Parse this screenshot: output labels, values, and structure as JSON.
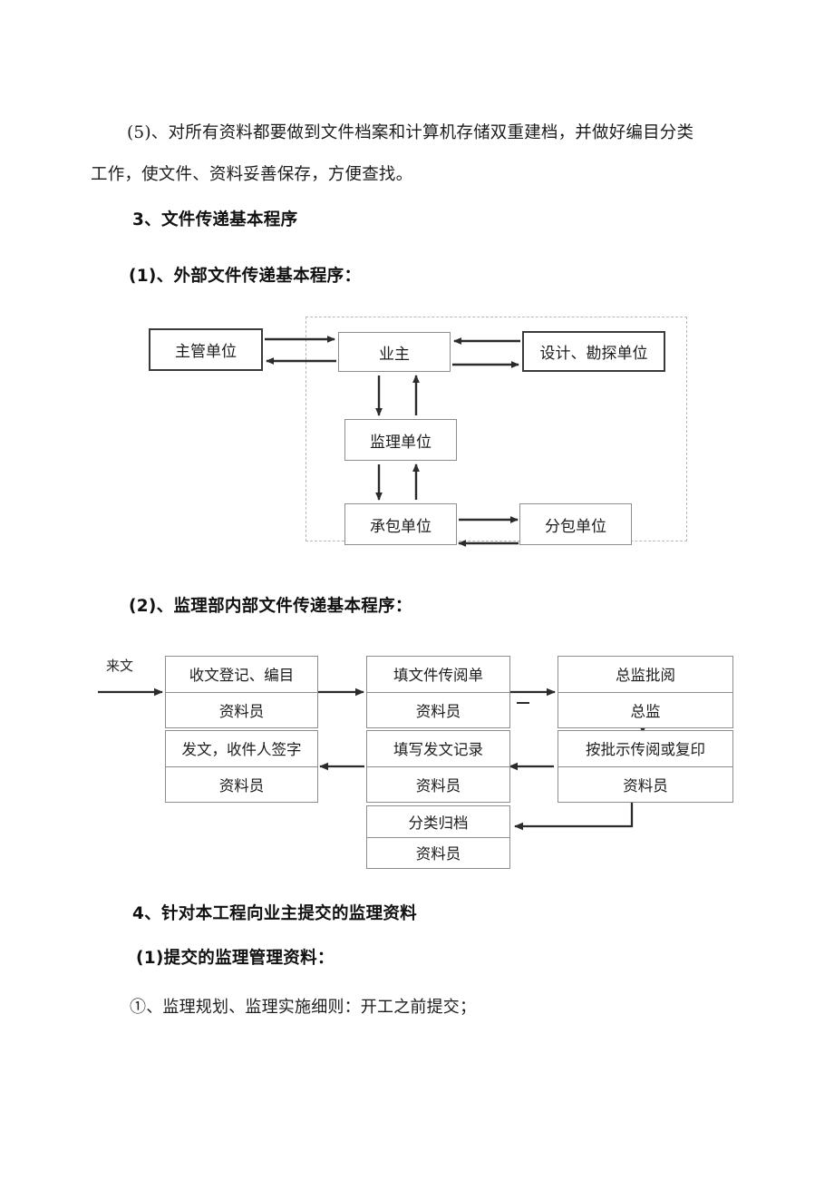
{
  "document": {
    "paragraphs": [
      {
        "name": "paragraph-5-line1",
        "text": "(5)、对所有资料都要做到文件档案和计算机存储双重建档，并做好编目分类"
      },
      {
        "name": "paragraph-5-line2",
        "text": "工作，使文件、资料妥善保存，方便查找。"
      }
    ],
    "headings": {
      "section_3": "3、文件传递基本程序",
      "sub_1": "(1)、外部文件传递基本程序：",
      "sub_2": "(2)、监理部内部文件传递基本程序：",
      "section_4": "4、针对本工程向业主提交的监理资料",
      "sub_4_1": "(1)提交的监理管理资料："
    },
    "list_items": [
      {
        "name": "list-item-1",
        "text": "①、监理规划、监理实施细则：开工之前提交；"
      }
    ]
  },
  "diagram_external": {
    "name": "external-document-flow-diagram",
    "caption": "(1)、外部文件传递基本程序：",
    "nodes": {
      "supervising_authority": "主管单位",
      "owner": "业主",
      "design_survey": "设计、勘探单位",
      "supervision_unit": "监理单位",
      "contractor": "承包单位",
      "subcontractor": "分包单位"
    },
    "edges": [
      {
        "from": "主管单位",
        "to": "业主",
        "direction": "right"
      },
      {
        "from": "业主",
        "to": "主管单位",
        "direction": "left"
      },
      {
        "from": "设计、勘探单位",
        "to": "业主",
        "direction": "left"
      },
      {
        "from": "业主",
        "to": "设计、勘探单位",
        "direction": "right"
      },
      {
        "from": "业主",
        "to": "监理单位",
        "direction": "down"
      },
      {
        "from": "监理单位",
        "to": "业主",
        "direction": "up"
      },
      {
        "from": "监理单位",
        "to": "承包单位",
        "direction": "down"
      },
      {
        "from": "承包单位",
        "to": "监理单位",
        "direction": "up"
      },
      {
        "from": "承包单位",
        "to": "分包单位",
        "direction": "right"
      },
      {
        "from": "分包单位",
        "to": "承包单位",
        "direction": "left"
      }
    ]
  },
  "diagram_internal": {
    "name": "internal-document-flow-diagram",
    "caption": "(2)、监理部内部文件传递基本程序：",
    "entry_label": "来文",
    "nodes": [
      {
        "id": "n1",
        "task": "收文登记、编目",
        "role": "资料员"
      },
      {
        "id": "n2",
        "task": "填文件传阅单",
        "role": "资料员"
      },
      {
        "id": "n3",
        "task": "总监批阅",
        "role": "总监"
      },
      {
        "id": "n4",
        "task": "按批示传阅或复印",
        "role": "资料员"
      },
      {
        "id": "n5",
        "task": "填写发文记录",
        "role": "资料员"
      },
      {
        "id": "n6",
        "task": "发文，收件人签字",
        "role": "资料员"
      },
      {
        "id": "n7",
        "task": "分类归档",
        "role": "资料员"
      }
    ],
    "edges": [
      {
        "from": "来文",
        "to": "n1",
        "direction": "right"
      },
      {
        "from": "n1",
        "to": "n2",
        "direction": "right"
      },
      {
        "from": "n2",
        "to": "n3",
        "direction": "right"
      },
      {
        "from": "n3",
        "to": "n4",
        "direction": "down"
      },
      {
        "from": "n4",
        "to": "n5",
        "direction": "left"
      },
      {
        "from": "n5",
        "to": "n6",
        "direction": "left"
      },
      {
        "from": "n4",
        "to": "n7",
        "direction": "down-left"
      }
    ]
  },
  "colors": {
    "page_background": "#ffffff",
    "text": "#1a1a1a",
    "box_border": "#8d8d8d",
    "box_border_strong": "#3a3a3a",
    "dashed_border": "#b9b9b9",
    "arrow": "#2b2b2b"
  }
}
